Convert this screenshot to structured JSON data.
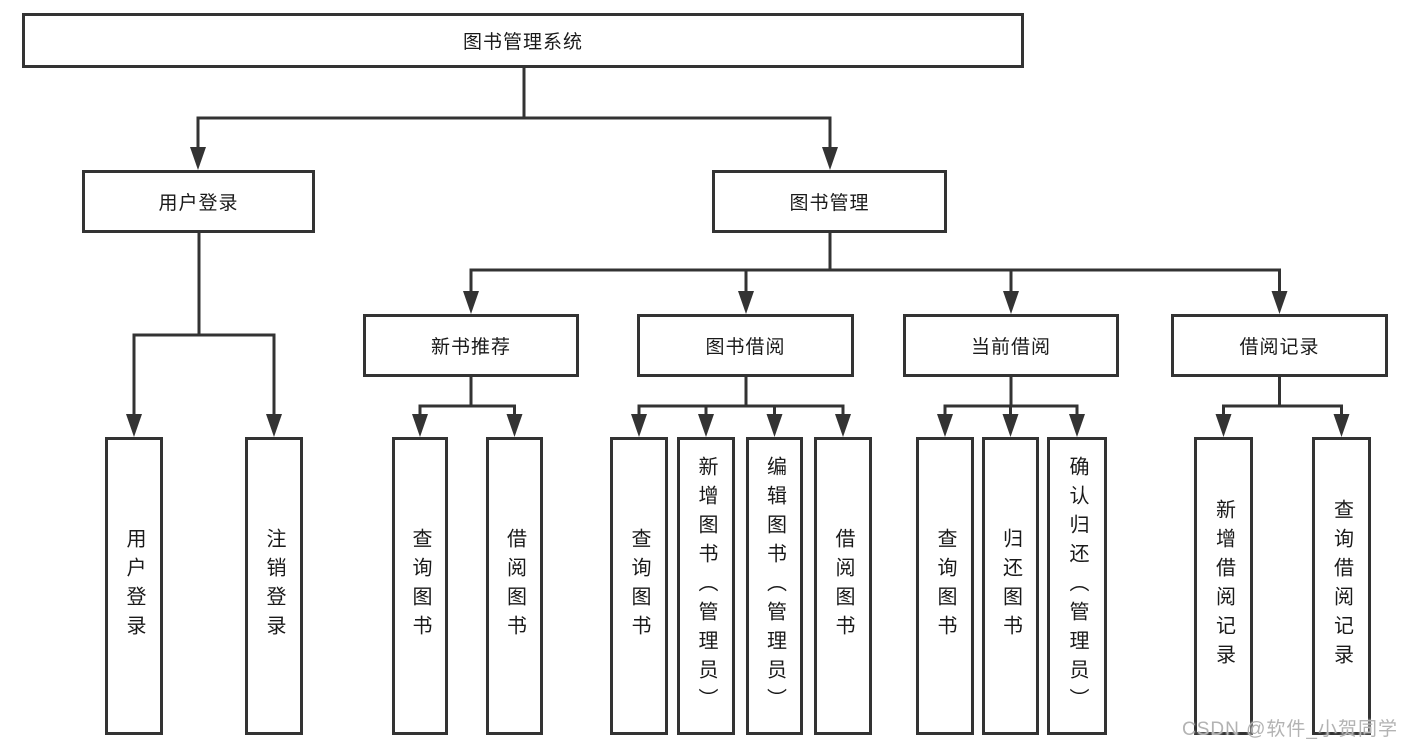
{
  "diagram_title": "图书管理系统",
  "watermark": "CSDN @软件_小贺同学",
  "colors": {
    "line": "#333333",
    "box_border": "#333333",
    "text": "#1a1a1a",
    "background": "#ffffff",
    "watermark": "#b3b3b3"
  },
  "tree": {
    "root": "图书管理系统",
    "children": [
      {
        "label": "用户登录",
        "children": [
          {
            "label": "用户登录"
          },
          {
            "label": "注销登录"
          }
        ]
      },
      {
        "label": "图书管理",
        "children": [
          {
            "label": "新书推荐",
            "children": [
              {
                "label": "查询图书"
              },
              {
                "label": "借阅图书"
              }
            ]
          },
          {
            "label": "图书借阅",
            "children": [
              {
                "label": "查询图书"
              },
              {
                "label": "新增图书（管理员）"
              },
              {
                "label": "编辑图书（管理员）"
              },
              {
                "label": "借阅图书"
              }
            ]
          },
          {
            "label": "当前借阅",
            "children": [
              {
                "label": "查询图书"
              },
              {
                "label": "归还图书"
              },
              {
                "label": "确认归还（管理员）"
              }
            ]
          },
          {
            "label": "借阅记录",
            "children": [
              {
                "label": "新增借阅记录"
              },
              {
                "label": "查询借阅记录"
              }
            ]
          }
        ]
      }
    ]
  }
}
